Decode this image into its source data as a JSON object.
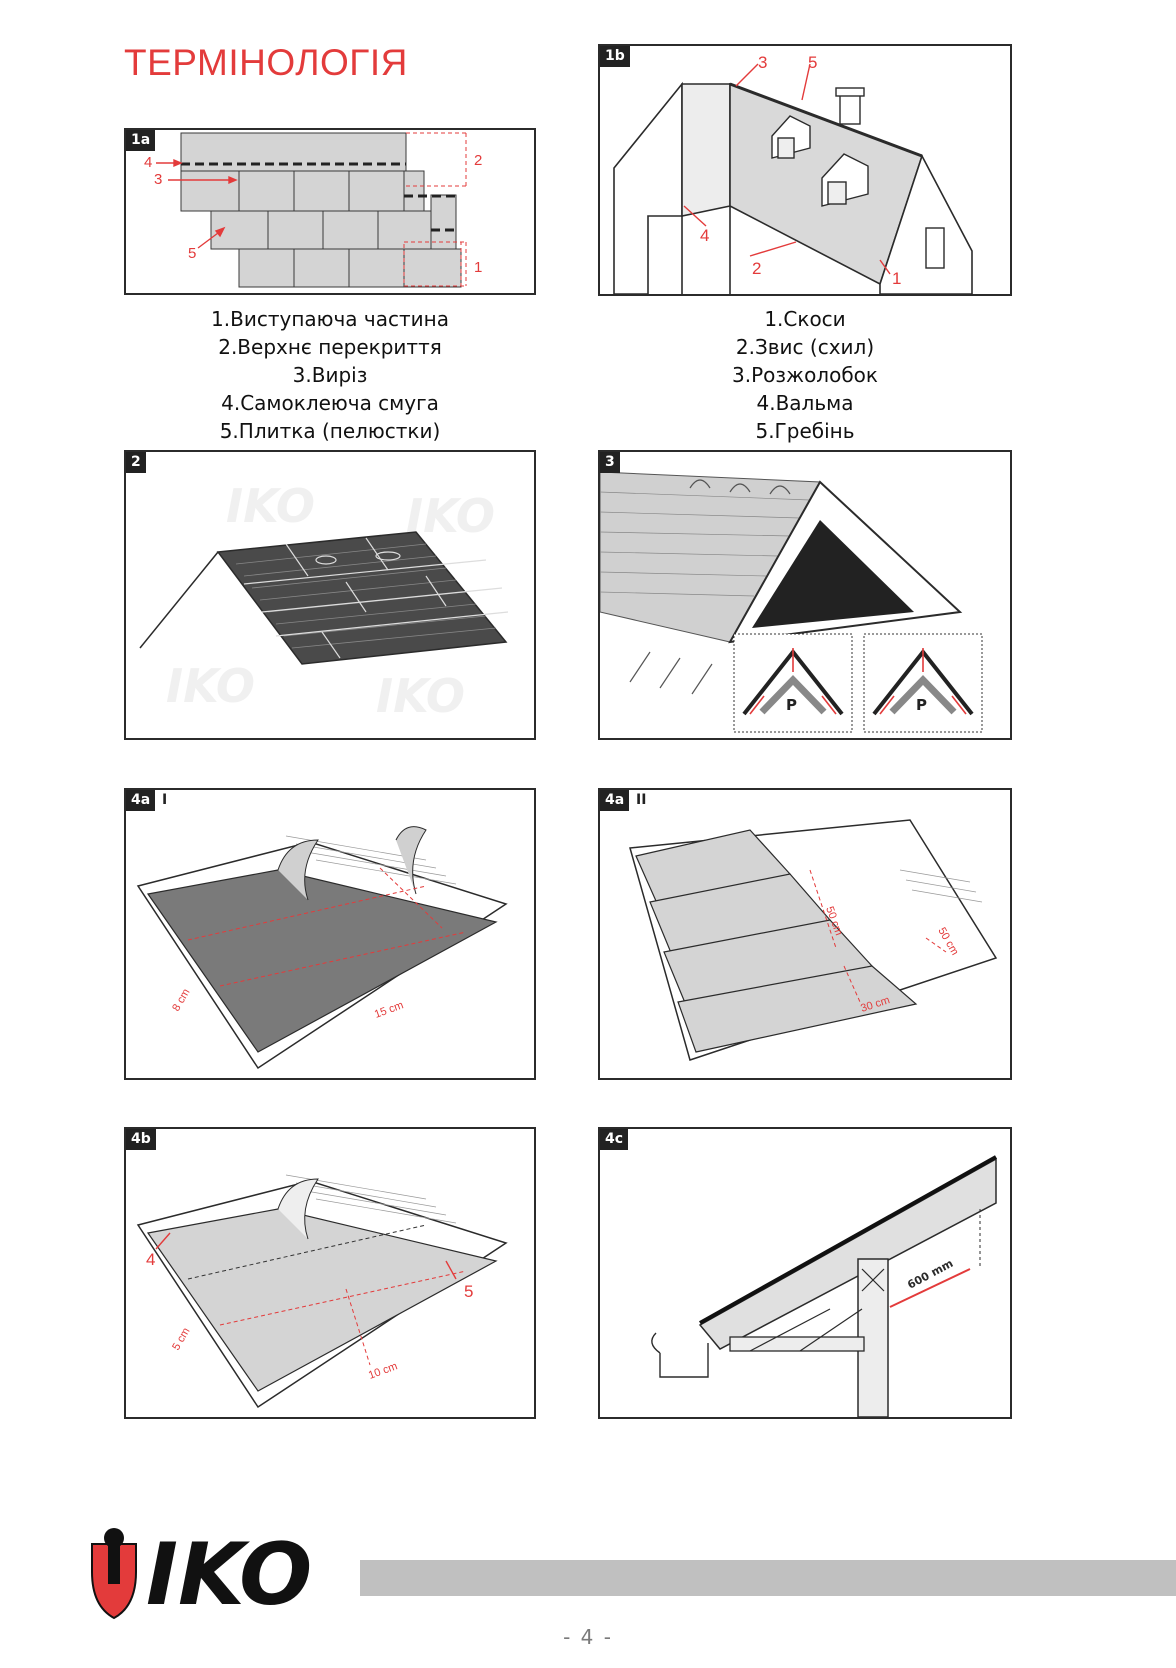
{
  "title": "ТЕРМІНОЛОГІЯ",
  "panels": {
    "p1a": {
      "tag": "1a",
      "callouts": [
        "1",
        "2",
        "3",
        "4",
        "5"
      ]
    },
    "p1b": {
      "tag": "1b",
      "callouts": [
        "1",
        "2",
        "3",
        "4",
        "5"
      ]
    },
    "p2": {
      "tag": "2"
    },
    "p3": {
      "tag": "3",
      "labels": [
        "P",
        "P"
      ]
    },
    "p4a1": {
      "tag": "4a",
      "sub": "I",
      "measures": [
        "8 cm",
        "15 cm"
      ]
    },
    "p4a2": {
      "tag": "4a",
      "sub": "II",
      "measures": [
        "50 cm",
        "50 cm",
        "30 cm"
      ]
    },
    "p4b": {
      "tag": "4b",
      "callouts": [
        "4",
        "5"
      ],
      "measures": [
        "5 cm",
        "10 cm"
      ]
    },
    "p4c": {
      "tag": "4c",
      "measures": [
        "600 mm"
      ]
    }
  },
  "legend_left": [
    "1.Виступаюча частина",
    "2.Верхнє перекриття",
    "3.Виріз",
    "4.Самоклеюча смуга",
    "5.Плитка (пелюстки)"
  ],
  "legend_right": [
    "1.Скоси",
    "2.Звис (схил)",
    "3.Розжолобок",
    "4.Вальма",
    "5.Гребінь"
  ],
  "brand": {
    "name": "IKO",
    "watermark": "IKO"
  },
  "page_number": "- 4 -",
  "colors": {
    "accent": "#e33b3b",
    "ink": "#2b2b2b",
    "shingle": "#d4d4d4",
    "bar": "#c0c0c0"
  }
}
